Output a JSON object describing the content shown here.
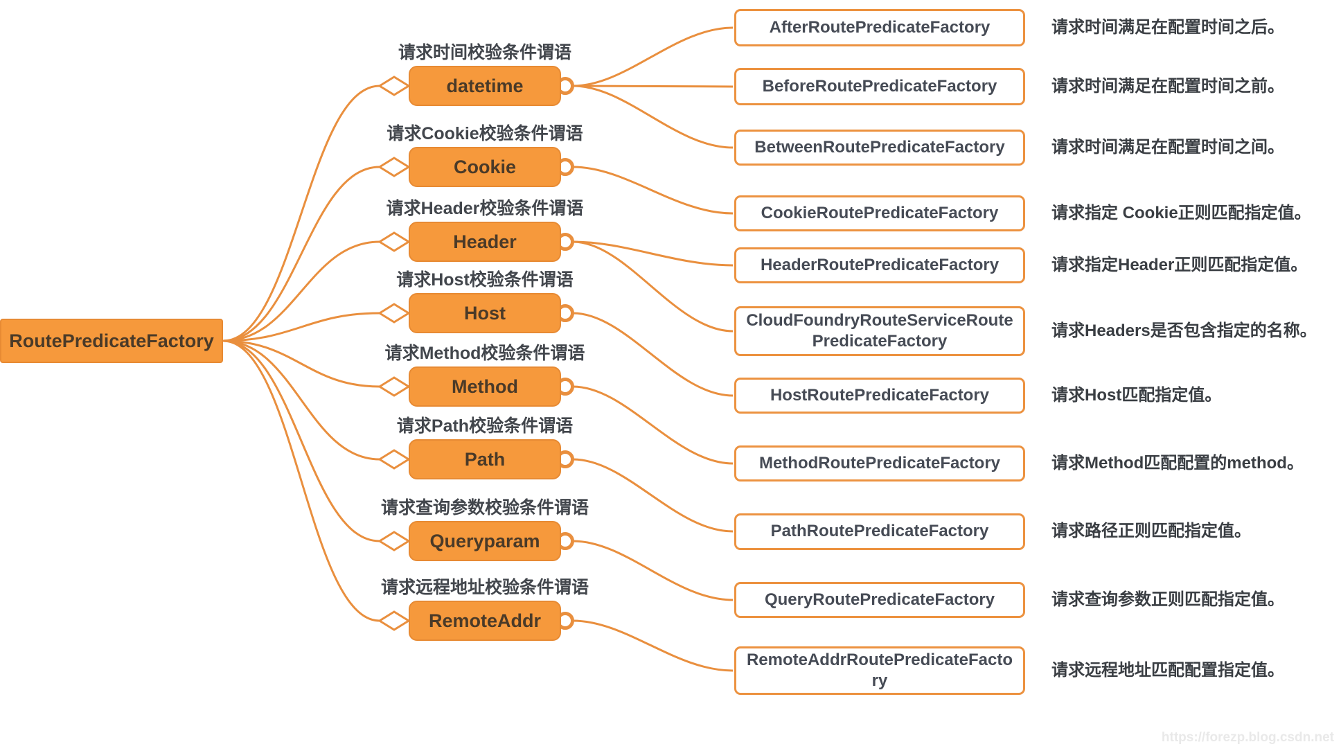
{
  "root": {
    "label": "RoutePredicateFactory"
  },
  "colors": {
    "node_fill": "#F6993C",
    "node_border": "#E78A33",
    "line": "#E98F3E",
    "child_border": "#EC9240"
  },
  "branches": [
    {
      "caption": "请求时间校验条件谓语",
      "label": "datetime",
      "children": [
        {
          "label": "AfterRoutePredicateFactory",
          "desc": "请求时间满足在配置时间之后。"
        },
        {
          "label": "BeforeRoutePredicateFactory",
          "desc": "请求时间满足在配置时间之前。"
        },
        {
          "label": "BetweenRoutePredicateFactory",
          "desc": "请求时间满足在配置时间之间。"
        }
      ]
    },
    {
      "caption": "请求Cookie校验条件谓语",
      "label": "Cookie",
      "children": [
        {
          "label": "CookieRoutePredicateFactory",
          "desc": "请求指定 Cookie正则匹配指定值。"
        }
      ]
    },
    {
      "caption": "请求Header校验条件谓语",
      "label": "Header",
      "children": [
        {
          "label": "HeaderRoutePredicateFactory",
          "desc": "请求指定Header正则匹配指定值。"
        },
        {
          "label": "CloudFoundryRouteServiceRoutePredicateFactory",
          "desc": "请求Headers是否包含指定的名称。"
        }
      ]
    },
    {
      "caption": "请求Host校验条件谓语",
      "label": "Host",
      "children": [
        {
          "label": "HostRoutePredicateFactory",
          "desc": "请求Host匹配指定值。"
        }
      ]
    },
    {
      "caption": "请求Method校验条件谓语",
      "label": "Method",
      "children": [
        {
          "label": "MethodRoutePredicateFactory",
          "desc": "请求Method匹配配置的method。"
        }
      ]
    },
    {
      "caption": "请求Path校验条件谓语",
      "label": "Path",
      "children": [
        {
          "label": "PathRoutePredicateFactory",
          "desc": "请求路径正则匹配指定值。"
        }
      ]
    },
    {
      "caption": "请求查询参数校验条件谓语",
      "label": "Queryparam",
      "children": [
        {
          "label": "QueryRoutePredicateFactory",
          "desc": "请求查询参数正则匹配指定值。"
        }
      ]
    },
    {
      "caption": "请求远程地址校验条件谓语",
      "label": "RemoteAddr",
      "children": [
        {
          "label": "RemoteAddrRoutePredicateFactory",
          "desc": "请求远程地址匹配配置指定值。"
        }
      ]
    }
  ],
  "watermark": "https://forezp.blog.csdn.net"
}
